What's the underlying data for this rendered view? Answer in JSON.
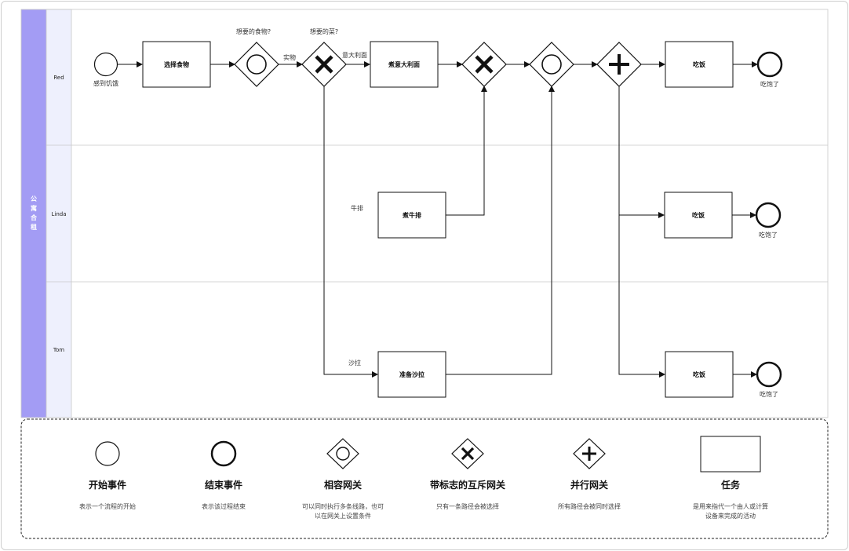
{
  "pool": {
    "label_chars": [
      "公",
      "寓",
      "合",
      "租"
    ],
    "color": "#a39cf4",
    "lane_color": "#eef0fd"
  },
  "lanes": [
    "Red",
    "Linda",
    "Tom"
  ],
  "tasks": {
    "choose": "选择食物",
    "cook_pasta": "煮意大利面",
    "cook_steak": "煮牛排",
    "prep_salad": "准备沙拉",
    "eat_red": "吃饭",
    "eat_linda": "吃饭",
    "eat_tom": "吃饭"
  },
  "events": {
    "start": "感到饥饿",
    "end_red": "吃饱了",
    "end_linda": "吃饱了",
    "end_tom": "吃饱了"
  },
  "gateway_labels": {
    "inclusive": "想要的食物?",
    "exclusive": "想要的菜?"
  },
  "flow_labels": {
    "real": "实物",
    "pasta": "意大利面",
    "steak": "牛排",
    "salad": "沙拉"
  },
  "legend": {
    "items": [
      {
        "title": "开始事件",
        "desc1": "表示一个流程的开始",
        "desc2": ""
      },
      {
        "title": "结束事件",
        "desc1": "表示该过程结束",
        "desc2": ""
      },
      {
        "title": "相容网关",
        "desc1": "可以同时执行多条线路，也可",
        "desc2": "以在网关上设置条件"
      },
      {
        "title": "带标志的互斥网关",
        "desc1": "只有一条路径会被选择",
        "desc2": ""
      },
      {
        "title": "并行网关",
        "desc1": "所有路径会被同时选择",
        "desc2": ""
      },
      {
        "title": "任务",
        "desc1": "是用来指代一个由人或计算",
        "desc2": "设备来完成的活动"
      }
    ]
  }
}
